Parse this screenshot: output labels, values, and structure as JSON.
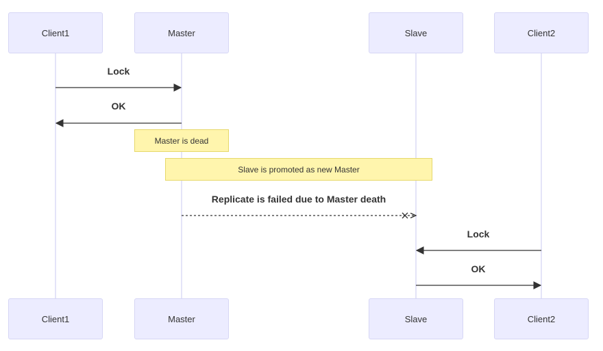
{
  "colors": {
    "actor_fill": "#ececff",
    "actor_border": "#d6d6f5",
    "lifeline": "#dcdcf5",
    "note_fill": "#fff5ad",
    "note_border": "#e6d86a",
    "message_line": "#333333"
  },
  "actors": [
    {
      "id": "client1",
      "label": "Client1"
    },
    {
      "id": "master",
      "label": "Master"
    },
    {
      "id": "slave",
      "label": "Slave"
    },
    {
      "id": "client2",
      "label": "Client2"
    }
  ],
  "notes": [
    {
      "id": "note-master-dead",
      "text": "Master is dead"
    },
    {
      "id": "note-slave-promoted",
      "text": "Slave is promoted as new Master"
    }
  ],
  "messages": [
    {
      "id": "msg-lock-1",
      "from": "client1",
      "to": "master",
      "label": "Lock",
      "style": "solid",
      "arrow": "filled"
    },
    {
      "id": "msg-ok-1",
      "from": "master",
      "to": "client1",
      "label": "OK",
      "style": "solid",
      "arrow": "filled"
    },
    {
      "id": "msg-replicate",
      "from": "master",
      "to": "slave",
      "label": "Replicate is failed due to Master death",
      "style": "dotted",
      "arrow": "cross"
    },
    {
      "id": "msg-lock-2",
      "from": "client2",
      "to": "slave",
      "label": "Lock",
      "style": "solid",
      "arrow": "filled"
    },
    {
      "id": "msg-ok-2",
      "from": "slave",
      "to": "client2",
      "label": "OK",
      "style": "solid",
      "arrow": "filled"
    }
  ]
}
